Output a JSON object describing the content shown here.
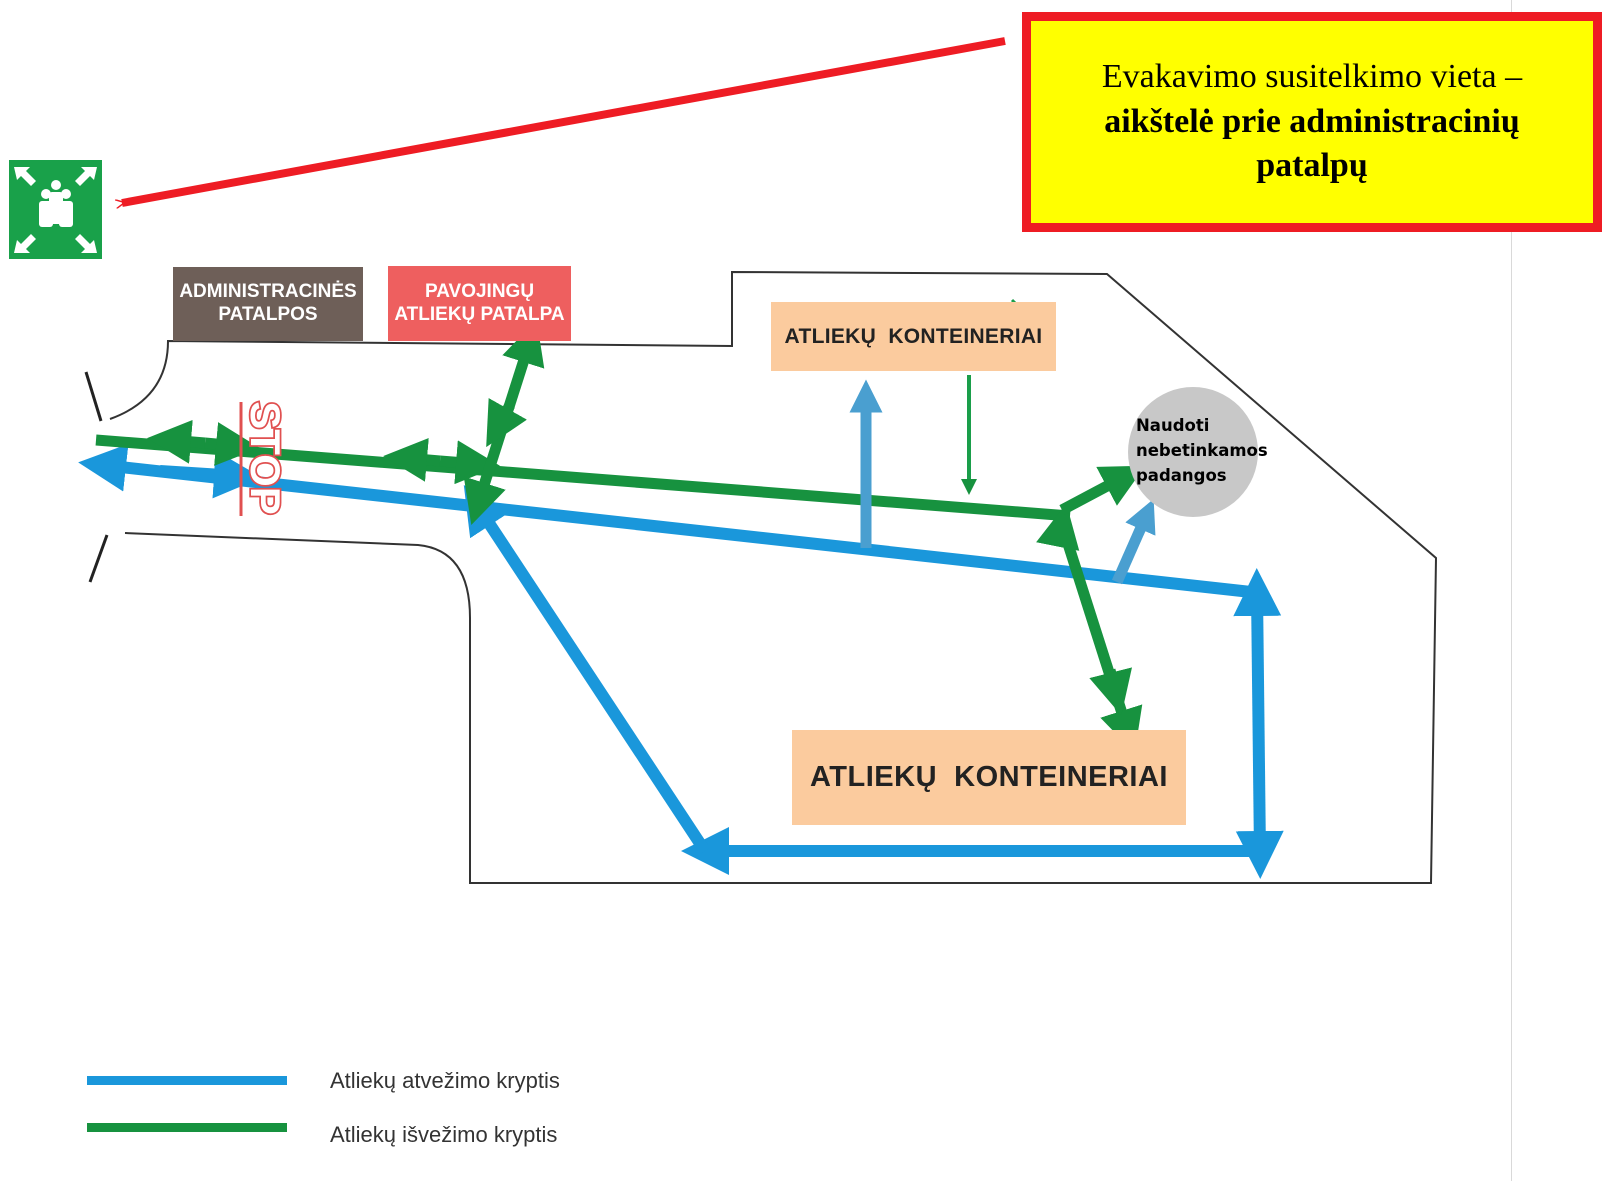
{
  "assembly_point": {
    "line1": "Evakavimo susitelkimo vieta –",
    "line2": "aikštelė prie administracinių",
    "line3": "patalpų"
  },
  "buildings": {
    "admin": [
      "ADMINISTRACINĖS",
      "PATALPOS"
    ],
    "hazardous": [
      "PAVOJINGŲ",
      "ATLIEKŲ PATALPA"
    ]
  },
  "containers": {
    "upper": "ATLIEKŲ  KONTEINERIAI",
    "lower": "ATLIEKŲ  KONTEINERIAI"
  },
  "tyres_zone": [
    "Naudoti",
    "nebetinkamos",
    "padangos"
  ],
  "stop_sign": "STOP",
  "legend": [
    {
      "label": "Atliekų atvežimo kryptis",
      "color": "#1a97db"
    },
    {
      "label": "Atliekų išvežimo kryptis",
      "color": "#17923f"
    }
  ],
  "colors": {
    "delivery_route": "#1a97db",
    "removal_route": "#17923f",
    "assembly_arrow": "#ee1c24",
    "assembly_sign": "#19a14a",
    "light_blue_arrow": "#4a9fd0"
  }
}
